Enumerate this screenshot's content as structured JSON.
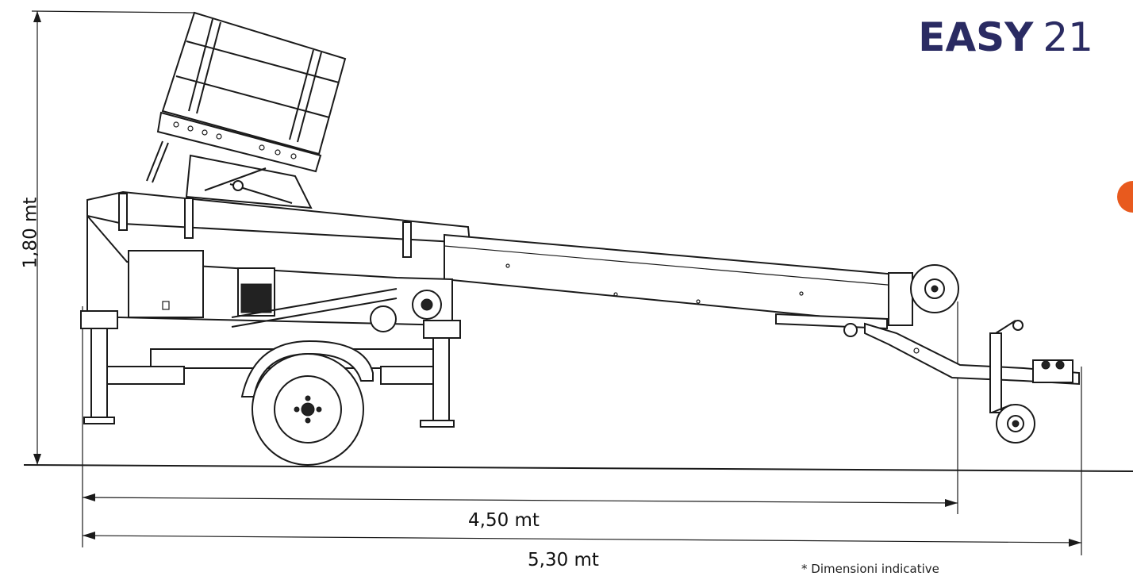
{
  "title": {
    "brand": "EASY",
    "model": "21"
  },
  "dimensions": {
    "height": "1,80 mt",
    "length_body": "4,50 mt",
    "length_total": "5,30 mt"
  },
  "footnote": "* Dimensioni indicative",
  "colors": {
    "title": "#2a2b62",
    "accent": "#e85a1e",
    "line": "#1a1a1a"
  }
}
